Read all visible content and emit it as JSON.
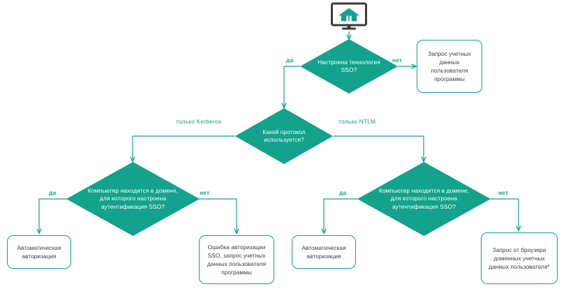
{
  "diagram": {
    "title": "SSO authorization decision flow",
    "accent_color": "#13A28B",
    "text_color": "#3f3f3f",
    "background": "#ffffff"
  },
  "start": {
    "icon_name": "monitor-home-icon",
    "label": ""
  },
  "nodes": {
    "d1": {
      "id": "d1",
      "shape": "diamond",
      "text": "Настроена технология SSO?"
    },
    "b1": {
      "id": "b1",
      "shape": "rounded-box",
      "text": "Запрос учетных данных пользователя программы"
    },
    "d2": {
      "id": "d2",
      "shape": "diamond",
      "text": "Какой протокол используется?"
    },
    "d3": {
      "id": "d3",
      "shape": "diamond",
      "text": "Компьютер находится в домене, для которого настроена аутентификация SSO?"
    },
    "d4": {
      "id": "d4",
      "shape": "diamond",
      "text": "Компьютер находится в домене, для которого настроена аутентификация SSO?"
    },
    "b2": {
      "id": "b2",
      "shape": "rounded-box",
      "text": "Автоматическая авторизация"
    },
    "b3": {
      "id": "b3",
      "shape": "rounded-box",
      "text": "Ошибка авторизации SSO, запрос учетных данных пользователя программы"
    },
    "b4": {
      "id": "b4",
      "shape": "rounded-box",
      "text": "Автоматическая авторизация"
    },
    "b5": {
      "id": "b5",
      "shape": "rounded-box",
      "text": "Запрос от браузера доменных учетных данных пользователя*"
    }
  },
  "edge_labels": {
    "d1_yes": "да",
    "d1_no": "нет",
    "d2_left": "только Kerberos",
    "d2_right": "только NTLM",
    "d3_yes": "да",
    "d3_no": "нет",
    "d4_yes": "да",
    "d4_no": "нет"
  }
}
